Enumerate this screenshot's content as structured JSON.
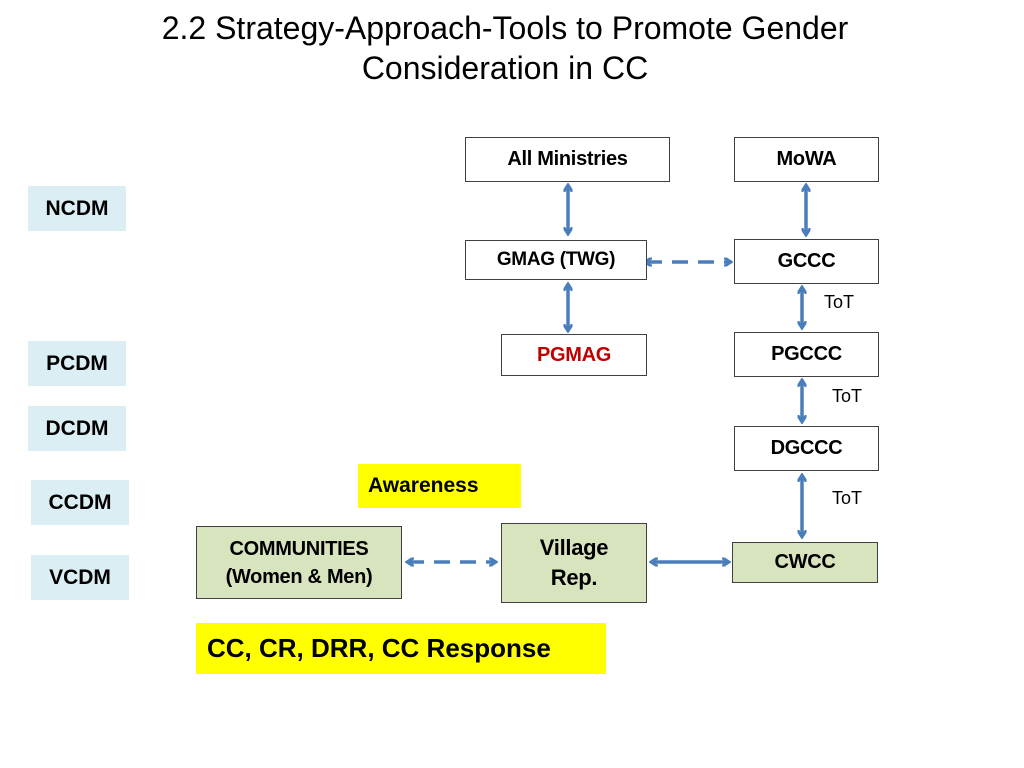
{
  "title": "2.2 Strategy-Approach-Tools to Promote Gender Consideration in CC",
  "levels": {
    "ncdm": "NCDM",
    "pcdm": "PCDM",
    "dcdm": "DCDM",
    "ccdm": "CCDM",
    "vcdm": "VCDM"
  },
  "nodes": {
    "all_ministries": "All Ministries",
    "mowa": "MoWA",
    "gmag": "GMAG (TWG)",
    "gccc": "GCCC",
    "pgmag": "PGMAG",
    "pgccc": "PGCCC",
    "dgccc": "DGCCC",
    "communities_line1": "COMMUNITIES",
    "communities_line2": "(Women & Men)",
    "village_line1": "Village",
    "village_line2": "Rep.",
    "cwcc": "CWCC"
  },
  "tot_labels": [
    "ToT",
    "ToT",
    "ToT"
  ],
  "highlights": {
    "awareness": "Awareness",
    "response": "CC, CR, DRR, CC Response"
  },
  "colors": {
    "arrow": "#4a7ebb",
    "level_fill": "#dbeef4",
    "green_fill": "#d7e4bd",
    "highlight": "#ffff00",
    "pgmag_text": "#c00000"
  }
}
